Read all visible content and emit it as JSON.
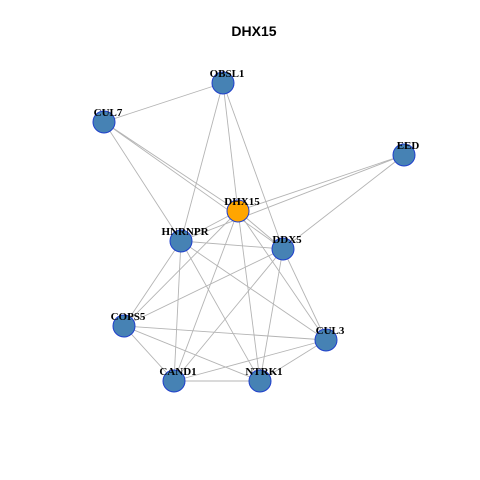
{
  "title": "DHX15",
  "colors": {
    "node_fill": "#4682b4",
    "node_highlight": "#ffa500",
    "node_stroke": "#1f3fcc",
    "edge": "#b4b4b4"
  },
  "nodes": [
    {
      "id": "OBSL1",
      "label": "OBSL1",
      "highlight": false
    },
    {
      "id": "CUL7",
      "label": "CUL7",
      "highlight": false
    },
    {
      "id": "EED",
      "label": "EED",
      "highlight": false
    },
    {
      "id": "DHX15",
      "label": "DHX15",
      "highlight": true
    },
    {
      "id": "HNRNPR",
      "label": "HNRNPR",
      "highlight": false
    },
    {
      "id": "DDX5",
      "label": "DDX5",
      "highlight": false
    },
    {
      "id": "COPS5",
      "label": "COPS5",
      "highlight": false
    },
    {
      "id": "CUL3",
      "label": "CUL3",
      "highlight": false
    },
    {
      "id": "CAND1",
      "label": "CAND1",
      "highlight": false
    },
    {
      "id": "NTRK1",
      "label": "NTRK1",
      "highlight": false
    }
  ],
  "edges": [
    [
      "OBSL1",
      "CUL7"
    ],
    [
      "OBSL1",
      "HNRNPR"
    ],
    [
      "OBSL1",
      "DHX15"
    ],
    [
      "OBSL1",
      "DDX5"
    ],
    [
      "CUL7",
      "HNRNPR"
    ],
    [
      "CUL7",
      "DHX15"
    ],
    [
      "CUL7",
      "DDX5"
    ],
    [
      "EED",
      "DHX15"
    ],
    [
      "EED",
      "HNRNPR"
    ],
    [
      "EED",
      "DDX5"
    ],
    [
      "DHX15",
      "HNRNPR"
    ],
    [
      "DHX15",
      "DDX5"
    ],
    [
      "DHX15",
      "COPS5"
    ],
    [
      "DHX15",
      "CAND1"
    ],
    [
      "DHX15",
      "NTRK1"
    ],
    [
      "DHX15",
      "CUL3"
    ],
    [
      "HNRNPR",
      "DDX5"
    ],
    [
      "HNRNPR",
      "COPS5"
    ],
    [
      "HNRNPR",
      "CAND1"
    ],
    [
      "HNRNPR",
      "NTRK1"
    ],
    [
      "HNRNPR",
      "CUL3"
    ],
    [
      "DDX5",
      "COPS5"
    ],
    [
      "DDX5",
      "CAND1"
    ],
    [
      "DDX5",
      "NTRK1"
    ],
    [
      "DDX5",
      "CUL3"
    ],
    [
      "COPS5",
      "CAND1"
    ],
    [
      "COPS5",
      "NTRK1"
    ],
    [
      "COPS5",
      "CUL3"
    ],
    [
      "CAND1",
      "CUL3"
    ],
    [
      "CAND1",
      "NTRK1"
    ],
    [
      "NTRK1",
      "CUL3"
    ]
  ]
}
